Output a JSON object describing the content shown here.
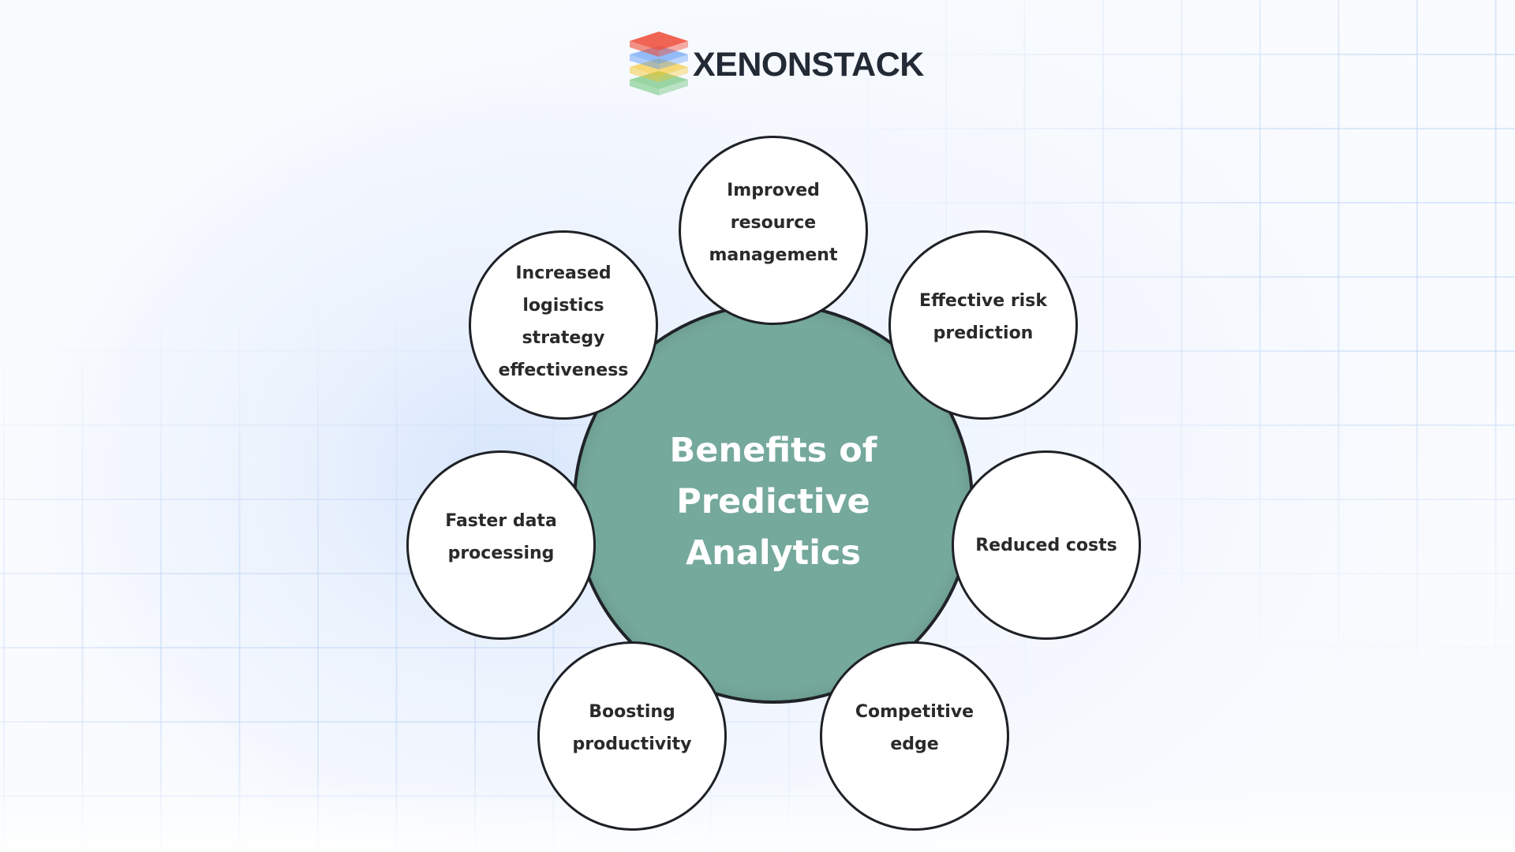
{
  "brand": {
    "name": "XENONSTACK",
    "logo_icon": "stacked-layers-icon",
    "logo_colors": [
      "#ef4a35",
      "#4f93f4",
      "#f7c21c",
      "#4cb858"
    ]
  },
  "diagram": {
    "title": "Benefits of\nPredictive\nAnalytics",
    "center_color": "#75a99b",
    "title_color": "#ffffff",
    "node_border_color": "#1e2126",
    "nodes": [
      {
        "label": "Improved\nresource\nmanagement",
        "position": "top"
      },
      {
        "label": "Effective risk\nprediction",
        "position": "upper-right"
      },
      {
        "label": "Reduced costs",
        "position": "right"
      },
      {
        "label": "Competitive\nedge",
        "position": "lower-right"
      },
      {
        "label": "Boosting\nproductivity",
        "position": "lower-left"
      },
      {
        "label": "Faster data\nprocessing",
        "position": "left"
      },
      {
        "label": "Increased\nlogistics\nstrategy\neffectiveness",
        "position": "upper-left"
      }
    ]
  }
}
